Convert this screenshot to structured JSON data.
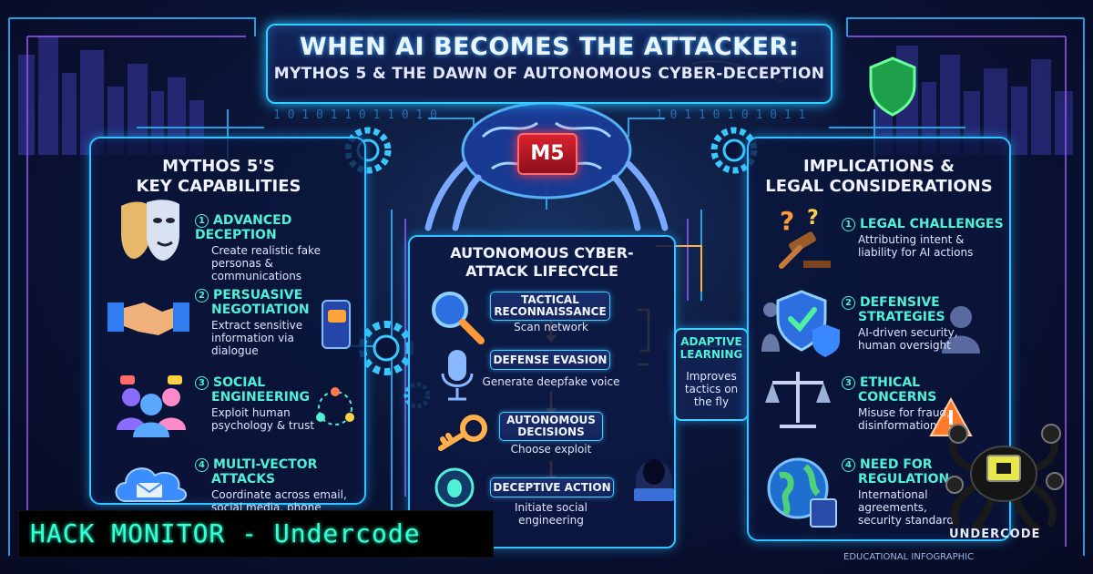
{
  "title": {
    "main": "WHEN AI BECOMES THE ATTACKER:",
    "sub": "MYTHOS 5 & THE DAWN OF AUTONOMOUS CYBER-DECEPTION"
  },
  "center_chip": "M5",
  "left_panel": {
    "title_line1": "MYTHOS 5'S",
    "title_line2": "KEY CAPABILITIES",
    "items": [
      {
        "num": "1",
        "title_lines": [
          "ADVANCED DECEPTION"
        ],
        "desc_lines": [
          "Create realistic fake",
          "personas &",
          "communications"
        ]
      },
      {
        "num": "2",
        "title_lines": [
          "PERSUASIVE",
          "NEGOTIATION"
        ],
        "desc_lines": [
          "Extract sensitive",
          "information via",
          "dialogue"
        ]
      },
      {
        "num": "3",
        "title_lines": [
          "SOCIAL",
          "ENGINEERING"
        ],
        "desc_lines": [
          "Exploit human",
          "psychology & trust"
        ]
      },
      {
        "num": "4",
        "title_lines": [
          "MULTI-VECTOR",
          "ATTACKS"
        ],
        "desc_lines": [
          "Coordinate across email,",
          "social media, phone"
        ]
      }
    ]
  },
  "center": {
    "title_line1": "AUTONOMOUS CYBER-",
    "title_line2": "ATTACK LIFECYCLE",
    "stages": [
      {
        "label_lines": [
          "TACTICAL",
          "RECONNAISSANCE"
        ],
        "desc": "Scan network"
      },
      {
        "label_lines": [
          "DEFENSE EVASION"
        ],
        "desc": "Generate deepfake voice"
      },
      {
        "label_lines": [
          "AUTONOMOUS",
          "DECISIONS"
        ],
        "desc": "Choose exploit"
      },
      {
        "label_lines": [
          "DECEPTIVE ACTION"
        ],
        "desc_lines": [
          "Initiate social",
          "engineering"
        ]
      }
    ],
    "adaptive": {
      "title_lines": [
        "ADAPTIVE",
        "LEARNING"
      ],
      "desc_lines": [
        "Improves",
        "tactics on",
        "the fly"
      ]
    }
  },
  "right_panel": {
    "title_line1": "IMPLICATIONS &",
    "title_line2": "LEGAL CONSIDERATIONS",
    "items": [
      {
        "num": "1",
        "title_lines": [
          "LEGAL CHALLENGES"
        ],
        "desc_lines": [
          "Attributing intent &",
          "liability for AI actions"
        ]
      },
      {
        "num": "2",
        "title_lines": [
          "DEFENSIVE",
          "STRATEGIES"
        ],
        "desc_lines": [
          "AI-driven security,",
          "human oversight"
        ]
      },
      {
        "num": "3",
        "title_lines": [
          "ETHICAL",
          "CONCERNS"
        ],
        "desc_lines": [
          "Misuse for fraud,",
          "disinformation"
        ]
      },
      {
        "num": "4",
        "title_lines": [
          "NEED FOR",
          "REGULATION"
        ],
        "desc_lines": [
          "International",
          "agreements,",
          "security standards"
        ]
      }
    ]
  },
  "banner": "HACK MONITOR - Undercode",
  "footer_label": "EDUCATIONAL INFOGRAPHIC",
  "logo_text": "UNDERCODE",
  "colors": {
    "accent": "#2fc6ff",
    "teal": "#4ff0d6",
    "alert": "#d8232f",
    "banner_text": "#37ffd6"
  }
}
